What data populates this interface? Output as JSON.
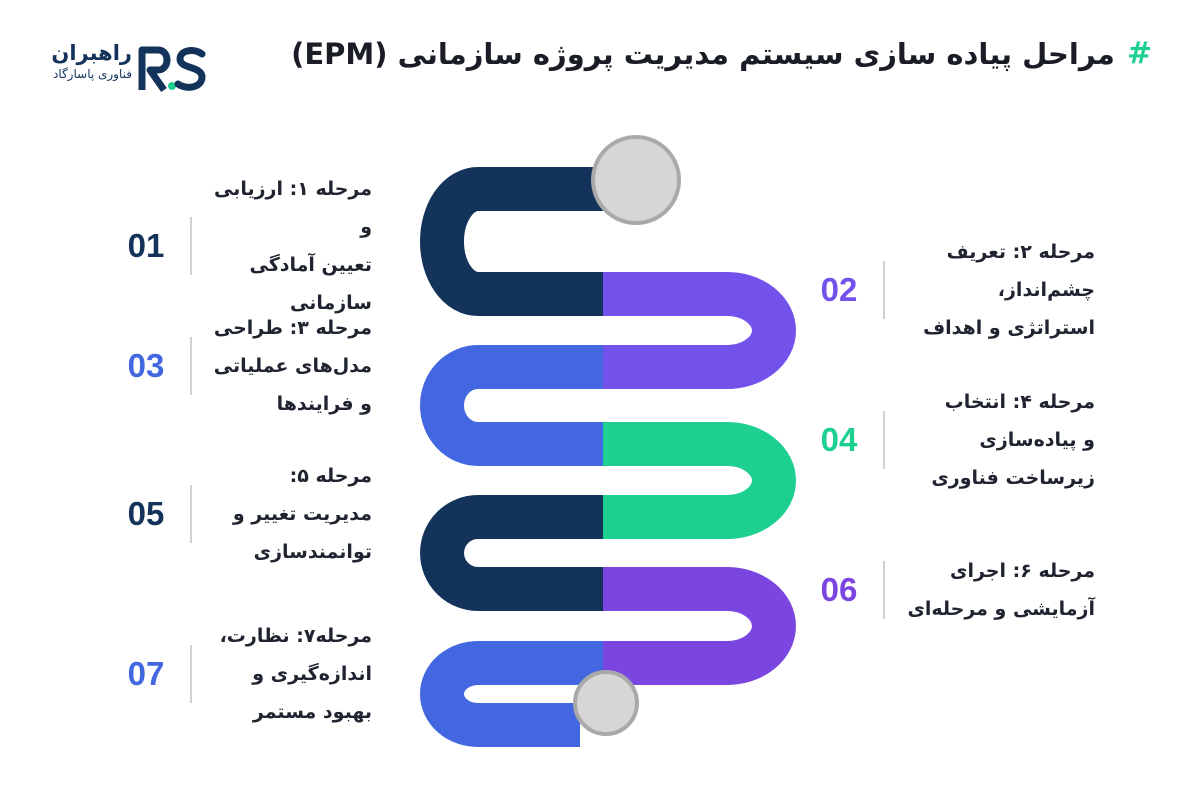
{
  "header": {
    "hash": "#",
    "title": "مراحل پیاده سازی سیستم مدیریت پروژه سازمانی (EPM)"
  },
  "logo": {
    "name": "راهبران",
    "subtitle": "فناوری پاسارگاد",
    "mark_letters": "RS"
  },
  "colors": {
    "navy": "#13335a",
    "purple": "#7352ec",
    "blue": "#4267e0",
    "green": "#1dd08f",
    "violet": "#7b46e0",
    "gray": "#d6d6d6",
    "hash": "#1dd08f"
  },
  "steps": [
    {
      "number": "01",
      "lines": [
        "مرحله ۱: ارزیابی و",
        "تعیین آمادگی",
        "سازمانی"
      ],
      "color": "#13335a"
    },
    {
      "number": "02",
      "lines": [
        "مرحله ۲: تعریف",
        "چشم‌انداز،",
        "استراتژی و اهداف"
      ],
      "color": "#7352ec"
    },
    {
      "number": "03",
      "lines": [
        "مرحله ۳: طراحی",
        "مدل‌های عملیاتی",
        "و فرایندها"
      ],
      "color": "#4267e0"
    },
    {
      "number": "04",
      "lines": [
        "مرحله ۴: انتخاب",
        "و پیاده‌سازی",
        "زیرساخت فناوری"
      ],
      "color": "#1dd08f"
    },
    {
      "number": "05",
      "lines": [
        "مرحله ۵:",
        "مدیریت تغییر و",
        "توانمندسازی"
      ],
      "color": "#13335a"
    },
    {
      "number": "06",
      "lines": [
        "مرحله ۶: اجرای",
        "آزمایشی و مرحله‌ای"
      ],
      "color": "#7b46e0"
    },
    {
      "number": "07",
      "lines": [
        "مرحله۷: نظارت،",
        "اندازه‌گیری و",
        "بهبود مستمر"
      ],
      "color": "#4267e0"
    }
  ]
}
